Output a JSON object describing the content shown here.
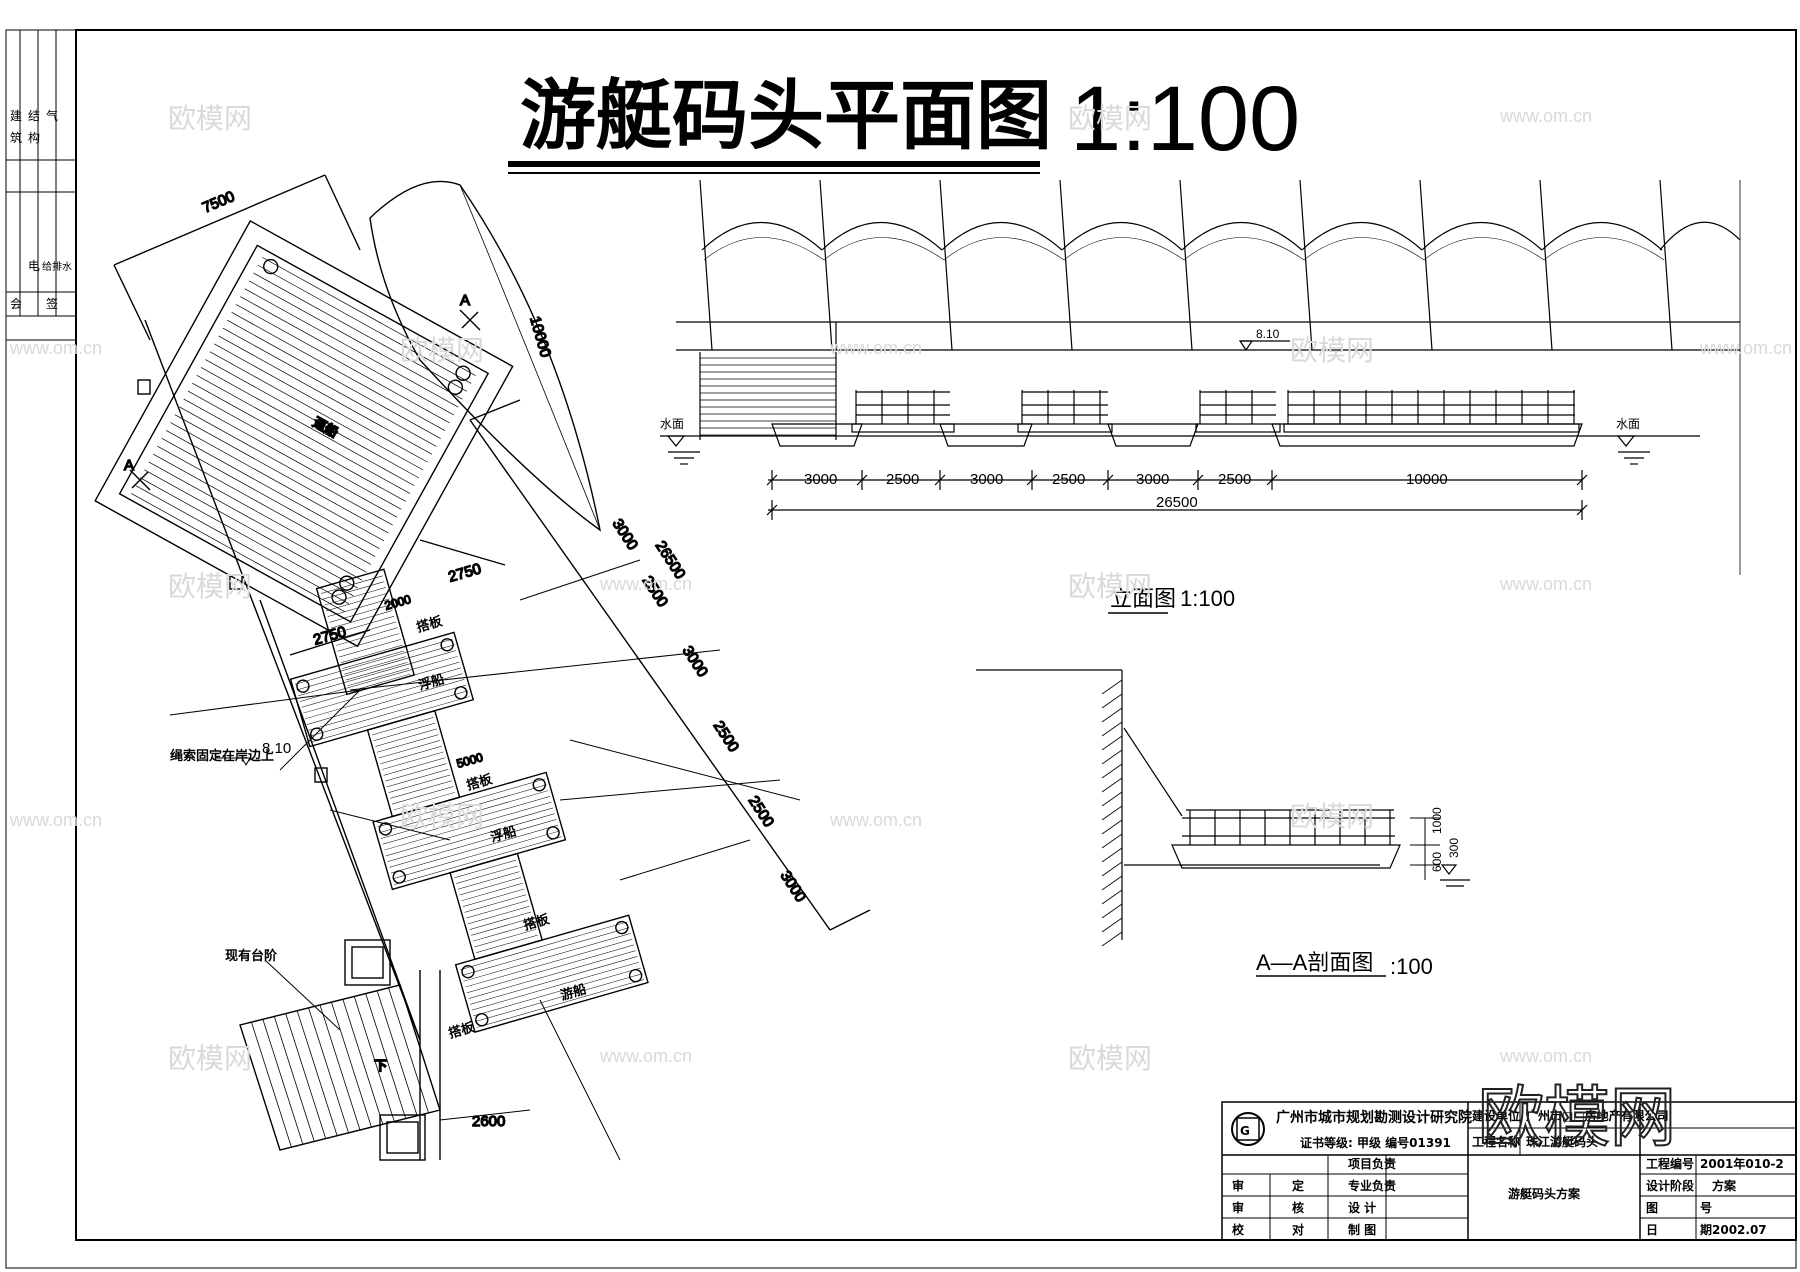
{
  "drawing": {
    "title": "游艇码头平面图",
    "title_scale": "1:100",
    "plan": {
      "pontoon_big_label": "趸船",
      "gangway_label": "搭板",
      "pontoon_label": "浮船",
      "tour_label": "游船",
      "section_marker": "A",
      "dims": {
        "d7500": "7500",
        "d10000": "10000",
        "d3000a": "3000",
        "d26500": "26500",
        "d2500a": "2500",
        "d3000b": "3000",
        "d2500b": "2500",
        "d2500c": "2500",
        "d3000c": "3000",
        "d2750a": "2750",
        "d2750b": "2750",
        "d2000": "2000",
        "d5000": "5000",
        "d2600": "2600"
      },
      "level_810": "8.10",
      "rope_note": "绳索固定在岸边上",
      "steps_note": "现有台阶",
      "down_arrow": "下"
    },
    "elevation": {
      "level_810": "8.10",
      "water_left": "水面",
      "water_right": "水面",
      "dims": [
        "3000",
        "2500",
        "3000",
        "2500",
        "3000",
        "2500",
        "10000"
      ],
      "total": "26500",
      "caption": "立面图",
      "caption_scale": "1:100"
    },
    "section": {
      "dim_1000": "1000",
      "dim_300": "300",
      "dim_600": "600",
      "caption": "A—A剖面图",
      "caption_scale": ":100"
    }
  },
  "title_block": {
    "institute": "广州市城市规划勘测设计研究院",
    "certificate": "证书等级: 甲级    编号01391",
    "client_label": "建设单位",
    "client_value": "广州市□□房地产有限公司",
    "project_label": "工程名称",
    "project_value": "珠江游艇码头",
    "rows_left": [
      [
        "审",
        "定"
      ],
      [
        "审",
        "核"
      ],
      [
        "校",
        "对"
      ]
    ],
    "rows_mid": [
      "项目负责",
      "专业负责",
      "设  计",
      "制  图"
    ],
    "drawing_name": "游艇码头方案",
    "right_labels": [
      "工程编号",
      "设计阶段",
      "图",
      "日"
    ],
    "right_values": [
      "2001年010-2",
      "方案",
      "号",
      "期2002.07"
    ]
  },
  "side_strip": {
    "labels": [
      "建",
      "筑",
      "结",
      "构",
      "给排水",
      "电",
      "气",
      "会",
      "签"
    ]
  },
  "watermark": {
    "text": "欧模网",
    "url": "www.om.cn",
    "brand": "欧模网"
  }
}
